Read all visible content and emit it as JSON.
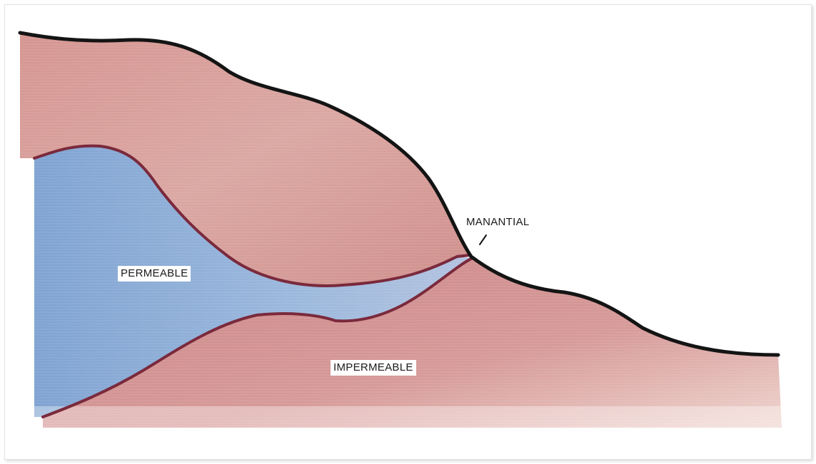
{
  "diagram": {
    "labels": {
      "spring": "MANANTIAL",
      "permeable": "PERMEABLE",
      "impermeable": "IMPERMEABLE"
    },
    "colors": {
      "surface_layer": "#d79a96",
      "permeable_layer": "#8fb0d6",
      "impermeable_layer": "#cf8c8c",
      "outline": "#141414",
      "boundary": "#7a2a3c"
    }
  }
}
